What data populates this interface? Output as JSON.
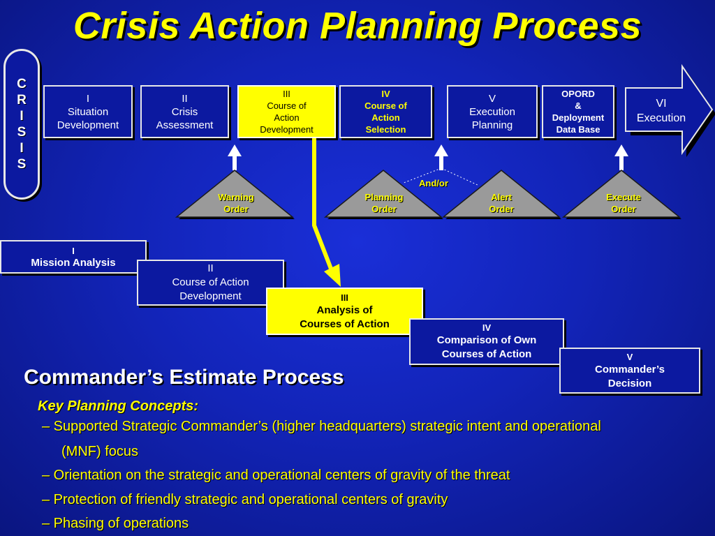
{
  "title": "Crisis Action Planning Process",
  "crisis_letters": [
    "C",
    "R",
    "I",
    "S",
    "I",
    "S"
  ],
  "cap_phases": [
    {
      "lines": [
        "I",
        "Situation",
        "Development"
      ]
    },
    {
      "lines": [
        "II",
        "Crisis",
        "Assessment"
      ]
    },
    {
      "lines": [
        "III",
        "Course of",
        "Action",
        "Development"
      ]
    },
    {
      "lines": [
        "IV",
        "Course of",
        "Action",
        "Selection"
      ]
    },
    {
      "lines": [
        "V",
        "Execution",
        "Planning"
      ]
    },
    {
      "lines": [
        "OPORD",
        "&",
        "Deployment",
        "Data Base"
      ]
    }
  ],
  "execution_arrow": {
    "lines": [
      "VI",
      "Execution"
    ]
  },
  "orders": [
    {
      "lines": [
        "Warning",
        "Order"
      ]
    },
    {
      "lines": [
        "Planning",
        "Order"
      ]
    },
    {
      "lines": [
        "Alert",
        "Order"
      ]
    },
    {
      "lines": [
        "Execute",
        "Order"
      ]
    }
  ],
  "and_or": "And/or",
  "estimate_steps": [
    {
      "lines": [
        "I",
        "Mission Analysis"
      ]
    },
    {
      "lines": [
        "II",
        "Course of Action",
        "Development"
      ]
    },
    {
      "lines": [
        "III",
        "Analysis of",
        "Courses of Action"
      ]
    },
    {
      "lines": [
        "IV",
        "Comparison of Own",
        "Courses of Action"
      ]
    },
    {
      "lines": [
        "V",
        "Commander’s",
        "Decision"
      ]
    }
  ],
  "subtitle": "Commander’s Estimate Process",
  "key_concepts_heading": "Key Planning Concepts:",
  "key_concepts": [
    "– Supported Strategic Commander’s (higher headquarters) strategic intent and operational",
    "(MNF) focus",
    "– Orientation on the strategic and operational centers of gravity of the threat",
    "– Protection of friendly strategic and operational centers of gravity",
    "– Phasing of operations"
  ],
  "colors": {
    "highlight": "#ffff00",
    "box_fill": "#0c19a0",
    "order_triangle": "#9a9a9a"
  }
}
